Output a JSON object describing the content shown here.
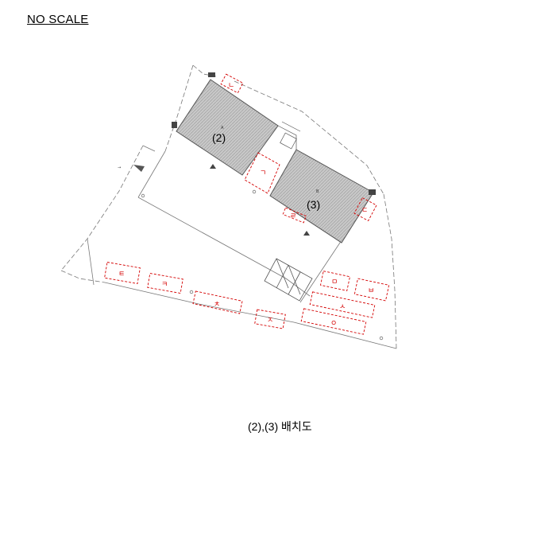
{
  "header": {
    "note": "NO SCALE"
  },
  "plan": {
    "buildings": [
      {
        "id": "A",
        "label": "(2)"
      },
      {
        "id": "B",
        "label": "(3)"
      }
    ],
    "zones": [
      {
        "id": "z1",
        "label": "ㄴ"
      },
      {
        "id": "z2",
        "label": "ㄱ"
      },
      {
        "id": "z3",
        "label": "ㄹ"
      },
      {
        "id": "z4",
        "label": "ㄷ"
      },
      {
        "id": "z5",
        "label": "ㅌ"
      },
      {
        "id": "z6",
        "label": "ㅋ"
      },
      {
        "id": "z7",
        "label": "ㅊ"
      },
      {
        "id": "z8",
        "label": "ㅈ"
      },
      {
        "id": "z9",
        "label": "ㅁ"
      },
      {
        "id": "z10",
        "label": "ㅂ"
      },
      {
        "id": "z11",
        "label": "ㅅ"
      },
      {
        "id": "z12",
        "label": "ㅇ"
      }
    ]
  },
  "caption": "(2),(3) 배치도",
  "colors": {
    "building_fill": "#c8c8c8",
    "zone_stroke": "#d40000",
    "outline": "#777777"
  }
}
